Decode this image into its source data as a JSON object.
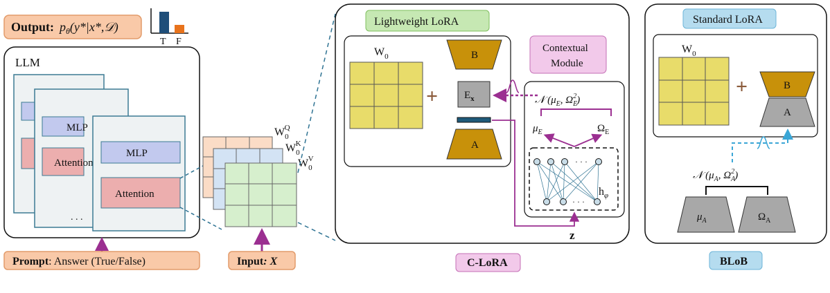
{
  "output_box": {
    "label": "Output:",
    "formula": "p",
    "formula_sub": "θ",
    "formula_rest": "(y*|x*,𝒟)"
  },
  "mini_bar": {
    "true_label": "T",
    "false_label": "F",
    "true_color": "#1f4e79",
    "false_color": "#e8731c",
    "true_value": 0.95,
    "false_value": 0.35
  },
  "llm": {
    "title": "LLM",
    "mlp_label": "MLP",
    "attention_label": "Attention",
    "ellipsis": ". . ."
  },
  "prompt_box": {
    "label": "Prompt",
    "text": ": Answer (True/False)"
  },
  "weights": {
    "wq": "W",
    "wq_sub": "0",
    "wq_sup": "Q",
    "wk": "W",
    "wk_sub": "0",
    "wk_sup": "K",
    "wv": "W",
    "wv_sub": "0",
    "wv_sup": "V"
  },
  "input_box": {
    "label": "Input",
    "var": ": X"
  },
  "clora": {
    "tag": "Lightweight LoRA",
    "w0": "W",
    "w0_sub": "0",
    "b_label": "B",
    "a_label": "A",
    "ex": "E",
    "ex_sub": "x",
    "context_label_1": "Contextual",
    "context_label_2": "Module",
    "normal": "𝒩 (μ",
    "normal_sub1": "E",
    "normal_mid": ", Ω",
    "normal_sub2": "E",
    "normal_sup": "2",
    "normal_end": ")",
    "mu": "μ",
    "mu_sub": "E",
    "omega": "Ω",
    "omega_sub": "E",
    "h": "h",
    "h_sub": "φ",
    "z": "z",
    "title": "C-LoRA"
  },
  "blob": {
    "tag": "Standard LoRA",
    "w0": "W",
    "w0_sub": "0",
    "b_label": "B",
    "a_label": "A",
    "normal": "𝒩 (μ",
    "normal_sub1": "A",
    "normal_mid": ", Ω",
    "normal_sub2": "A",
    "normal_sup": "2",
    "normal_end": ")",
    "mu": "μ",
    "mu_sub": "A",
    "omega": "Ω",
    "omega_sub": "A",
    "title": "BLoB"
  },
  "colors": {
    "yellow": "#e8dc6a",
    "gold": "#c8910a",
    "green_tag": "#c6e8b3",
    "blue_tag": "#b5dcef",
    "pink": "#f2c9ea",
    "orange_box": "#f9c9a8",
    "purple": "#9b2f91",
    "teal": "#2f7393",
    "grey": "#999999",
    "mlp": "#c2c9ee",
    "attention": "#ecaeae"
  }
}
